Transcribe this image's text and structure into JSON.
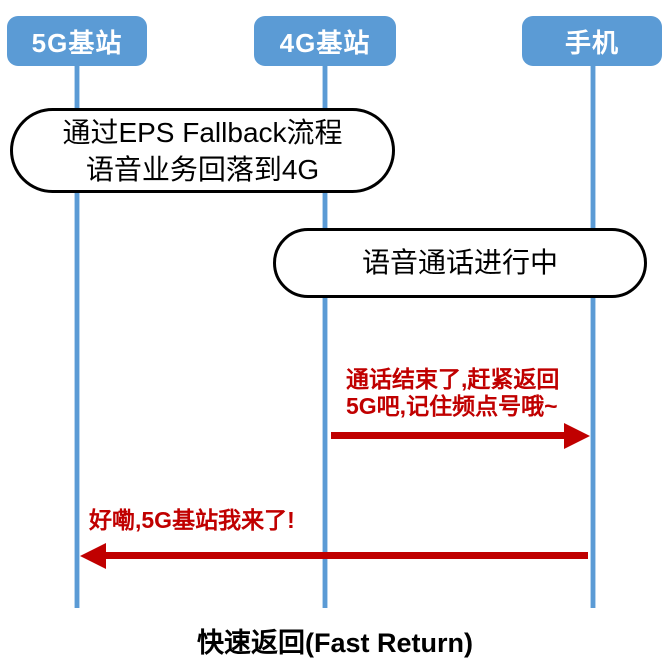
{
  "actors": [
    {
      "label": "5G基站"
    },
    {
      "label": "4G基站"
    },
    {
      "label": "手机"
    }
  ],
  "notes": [
    {
      "line1": "通过EPS Fallback流程",
      "line2": "语音业务回落到4G"
    },
    {
      "line1": "语音通话进行中"
    }
  ],
  "messages": [
    {
      "line1": "通话结束了,赶紧返回",
      "line2": "5G吧,记住频点号哦~",
      "from": "4G基站",
      "to": "手机",
      "direction": "right"
    },
    {
      "line1": "好嘞,5G基站我来了!",
      "from": "手机",
      "to": "5G基站",
      "direction": "left"
    }
  ],
  "caption": "快速返回(Fast Return)",
  "colors": {
    "actor_blue": "#5B9BD5",
    "message_red": "#C00000",
    "note_border": "#000000",
    "note_fill": "#FFFFFF"
  }
}
